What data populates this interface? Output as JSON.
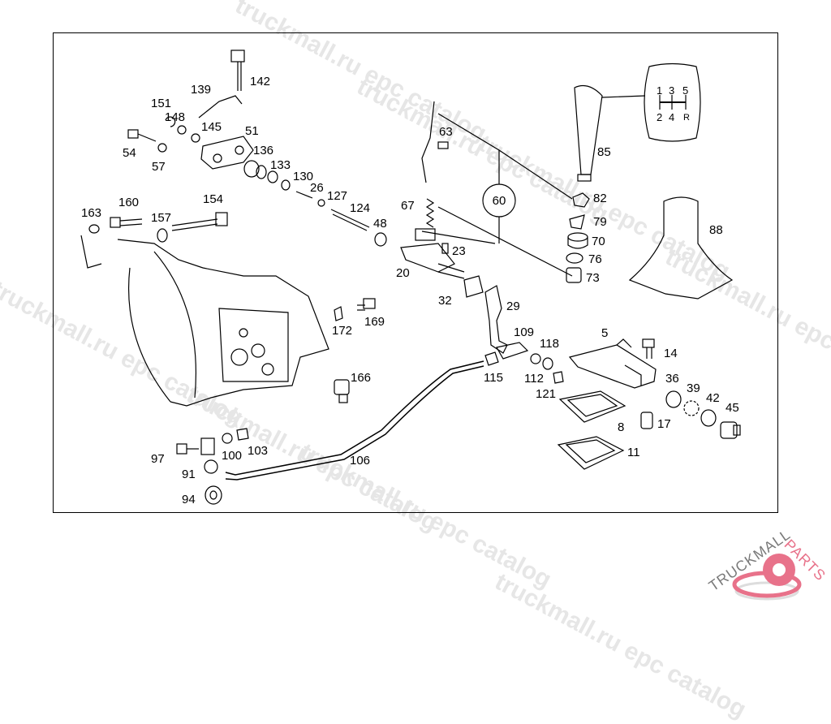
{
  "watermark": "truckmall.ru epc catalog",
  "shift_pattern": {
    "top": [
      "1",
      "3",
      "5"
    ],
    "bottom": [
      "2",
      "4",
      "R"
    ]
  },
  "callout_circle": "60",
  "part_labels": [
    {
      "id": "142"
    },
    {
      "id": "139"
    },
    {
      "id": "151"
    },
    {
      "id": "148"
    },
    {
      "id": "145"
    },
    {
      "id": "51"
    },
    {
      "id": "54"
    },
    {
      "id": "57"
    },
    {
      "id": "136"
    },
    {
      "id": "133"
    },
    {
      "id": "130"
    },
    {
      "id": "26"
    },
    {
      "id": "127"
    },
    {
      "id": "124"
    },
    {
      "id": "48"
    },
    {
      "id": "163"
    },
    {
      "id": "160"
    },
    {
      "id": "157"
    },
    {
      "id": "154"
    },
    {
      "id": "63"
    },
    {
      "id": "67"
    },
    {
      "id": "23"
    },
    {
      "id": "20"
    },
    {
      "id": "32"
    },
    {
      "id": "29"
    },
    {
      "id": "85"
    },
    {
      "id": "82"
    },
    {
      "id": "79"
    },
    {
      "id": "70"
    },
    {
      "id": "76"
    },
    {
      "id": "73"
    },
    {
      "id": "88"
    },
    {
      "id": "172"
    },
    {
      "id": "169"
    },
    {
      "id": "166"
    },
    {
      "id": "109"
    },
    {
      "id": "118"
    },
    {
      "id": "5"
    },
    {
      "id": "14"
    },
    {
      "id": "115"
    },
    {
      "id": "112"
    },
    {
      "id": "121"
    },
    {
      "id": "36"
    },
    {
      "id": "39"
    },
    {
      "id": "42"
    },
    {
      "id": "45"
    },
    {
      "id": "8"
    },
    {
      "id": "17"
    },
    {
      "id": "11"
    },
    {
      "id": "106"
    },
    {
      "id": "97"
    },
    {
      "id": "100"
    },
    {
      "id": "103"
    },
    {
      "id": "91"
    },
    {
      "id": "94"
    }
  ],
  "logo": {
    "text_a": "TRUCKMALL",
    "text_b": "PARTS",
    "color_a": "#7a7a7a",
    "color_b": "#e8728a"
  },
  "colors": {
    "line": "#000000",
    "watermark": "#e6e6e6",
    "logo_pink": "#e8728a"
  }
}
